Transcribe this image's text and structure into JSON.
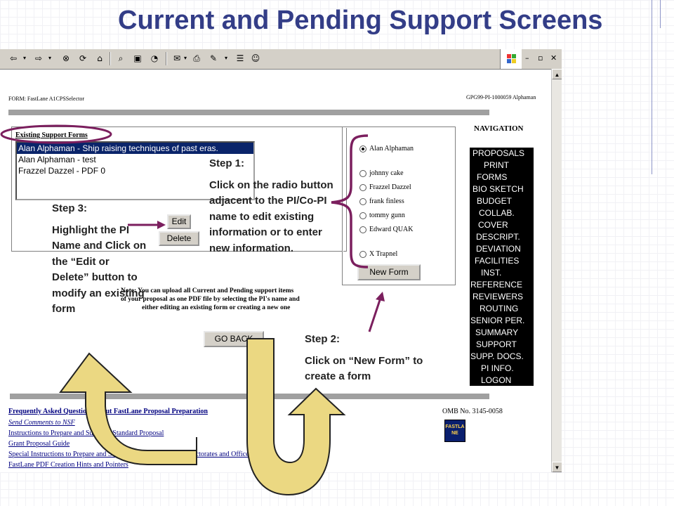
{
  "slide": {
    "title": "Current and Pending Support Screens"
  },
  "browser": {
    "toolbar_icons": [
      "back-arrow-icon",
      "chevron-down-icon",
      "forward-arrow-icon",
      "chevron-down-icon",
      "stop-icon",
      "refresh-icon",
      "home-icon",
      "search-icon",
      "favorites-icon",
      "history-icon",
      "mail-icon",
      "print-icon",
      "edit-icon",
      "discuss-icon",
      "messenger-icon"
    ],
    "window_controls": [
      "–",
      "▫",
      "✕"
    ]
  },
  "form": {
    "form_label": "FORM: FastLane A1CPSSelector",
    "form_id": "GPG99-PI-1000059 Alphaman",
    "existing_header": "Existing Support Forms",
    "existing_items": [
      "Alan Alphaman - Ship raising techniques of past eras.",
      "Alan Alphaman - test",
      "Frazzel Dazzel - PDF 0"
    ],
    "edit_label": "Edit",
    "delete_label": "Delete",
    "people": [
      "Alan Alphaman",
      "johnny cake",
      "Frazzel Dazzel",
      "frank finless",
      "tommy gunn",
      "Edward QUAK",
      "X Trapnel"
    ],
    "selected_person": "Alan Alphaman",
    "new_form_label": "New Form",
    "note_line1": "Note: You can upload all Current and Pending support items",
    "note_line2": "of your proposal as one PDF file by selecting the PI's name and",
    "note_line3": "either editing an existing form or creating a new one",
    "go_back_label": "GO BACK",
    "omb": "OMB No. 3145-0058",
    "logo_text": "FASTLANE"
  },
  "navigation": {
    "title": "NAVIGATION",
    "items": [
      "PROPOSALS",
      "PRINT",
      "FORMS",
      "BIO SKETCH",
      "BUDGET",
      "COLLAB.",
      "COVER",
      "DESCRIPT.",
      "DEVIATION",
      "FACILITIES",
      "INST.",
      "REFERENCE",
      "REVIEWERS",
      "ROUTING",
      "SENIOR PER.",
      "SUMMARY",
      "SUPPORT",
      "SUPP. DOCS.",
      "PI INFO.",
      "LOGON"
    ]
  },
  "links": [
    "Frequently Asked Questions about FastLane Proposal Preparation",
    "Send Comments to NSF",
    "Instructions to Prepare and Submit a Standard Proposal",
    "Grant Proposal Guide",
    "Special Instructions to Prepare and Submit a Proposal to NSF Directorates and Offices",
    "FastLane PDF Creation Hints and Pointers"
  ],
  "annotations": {
    "step1_title": "Step 1:",
    "step1_text": "Click on the radio button adjacent to the PI/Co-PI name to edit existing information or to enter new information.",
    "step2_title": "Step 2:",
    "step2_text": "Click on “New Form” to create a form",
    "step3_title": "Step 3:",
    "step3_text": "Highlight the PI Name and Click on the “Edit or Delete” button to modify an existing form"
  },
  "colors": {
    "title": "#333d87",
    "annotation_arrow": "#7b1f5e",
    "big_arrow_fill": "#ebd882",
    "list_selected": "#0a246a"
  }
}
